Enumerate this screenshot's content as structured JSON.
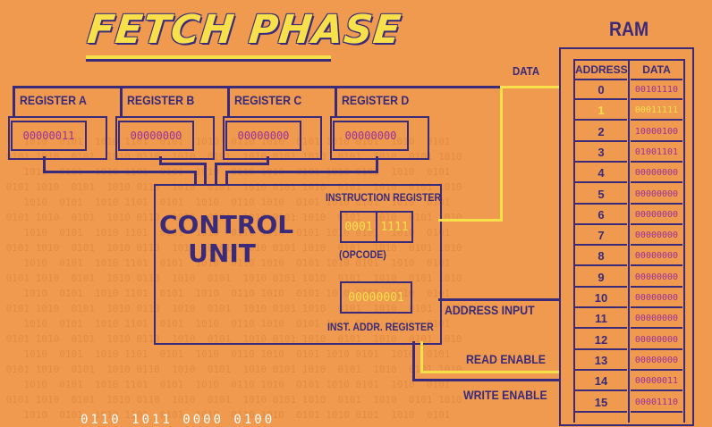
{
  "title": "FETCH PHASE",
  "registers": [
    {
      "label": "REGISTER A",
      "value": "00000011"
    },
    {
      "label": "REGISTER B",
      "value": "00000000"
    },
    {
      "label": "REGISTER C",
      "value": "00000000"
    },
    {
      "label": "REGISTER D",
      "value": "00000000"
    }
  ],
  "control_unit": {
    "title_line1": "CONTROL",
    "title_line2": "UNIT",
    "instruction_register_label": "INSTRUCTION REGISTER",
    "opcode_value": "0001",
    "address_value": "1111",
    "opcode_label": "(OPCODE)",
    "inst_addr_register_value": "00000001",
    "inst_addr_register_label": "INST. ADDR. REGISTER"
  },
  "wires": {
    "data": "DATA",
    "address_input": "ADDRESS INPUT",
    "read_enable": "READ ENABLE",
    "write_enable": "WRITE ENABLE"
  },
  "ram": {
    "title": "RAM",
    "col_address": "ADDRESS",
    "col_data": "DATA",
    "rows": [
      {
        "address": "0",
        "data": "00101110"
      },
      {
        "address": "1",
        "data": "00011111"
      },
      {
        "address": "2",
        "data": "10000100"
      },
      {
        "address": "3",
        "data": "01001101"
      },
      {
        "address": "4",
        "data": "00000000"
      },
      {
        "address": "5",
        "data": "00000000"
      },
      {
        "address": "6",
        "data": "00000000"
      },
      {
        "address": "7",
        "data": "00000000"
      },
      {
        "address": "8",
        "data": "00000000"
      },
      {
        "address": "9",
        "data": "00000000"
      },
      {
        "address": "10",
        "data": "00000000"
      },
      {
        "address": "11",
        "data": "00000000"
      },
      {
        "address": "12",
        "data": "00000000"
      },
      {
        "address": "13",
        "data": "00000000"
      },
      {
        "address": "14",
        "data": "00000011"
      },
      {
        "address": "15",
        "data": "00001110"
      }
    ],
    "highlighted_address": "1"
  },
  "colors": {
    "background": "#ef9a4e",
    "ink": "#3a2a7a",
    "highlight": "#f7e04a",
    "value": "#9b2f9e"
  }
}
